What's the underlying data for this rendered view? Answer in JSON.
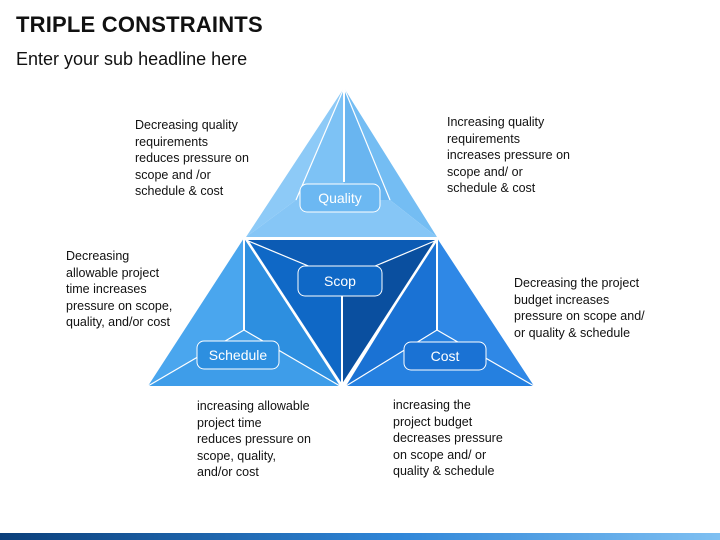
{
  "header": {
    "title": "TRIPLE CONSTRAINTS",
    "subtitle": "Enter your sub headline here"
  },
  "triangles": {
    "quality": {
      "label": "Quality"
    },
    "scope": {
      "label": "Scop"
    },
    "schedule": {
      "label": "Schedule"
    },
    "cost": {
      "label": "Cost"
    }
  },
  "notes": {
    "quality_decrease": [
      "Decreasing quality",
      "requirements",
      "reduces pressure on",
      "scope and /or",
      "schedule & cost"
    ],
    "quality_increase": [
      "Increasing quality",
      "requirements",
      "increases pressure on",
      "scope and/ or",
      "schedule & cost"
    ],
    "schedule_decrease": [
      "Decreasing",
      "allowable  project",
      "time increases",
      "pressure on scope,",
      "quality, and/or cost"
    ],
    "schedule_increase": [
      "increasing allowable",
      "project time",
      "reduces pressure on",
      "scope, quality,",
      "and/or cost"
    ],
    "cost_decrease": [
      "Decreasing the project",
      "budget increases",
      "pressure on scope and/",
      "or quality & schedule"
    ],
    "cost_increase": [
      "increasing the",
      "project budget",
      "decreases pressure",
      "on scope and/ or",
      "quality & schedule"
    ]
  },
  "colors": {
    "quality_light": "#8dcaf7",
    "quality_mid": "#6cb8f2",
    "schedule_light": "#4aa6ee",
    "schedule_mid": "#2d8fe0",
    "scope_dark": "#0c5bb4",
    "scope_mid": "#0f68c6",
    "cost_light": "#2f88e6",
    "cost_mid": "#1a72d4",
    "white": "#ffffff"
  }
}
